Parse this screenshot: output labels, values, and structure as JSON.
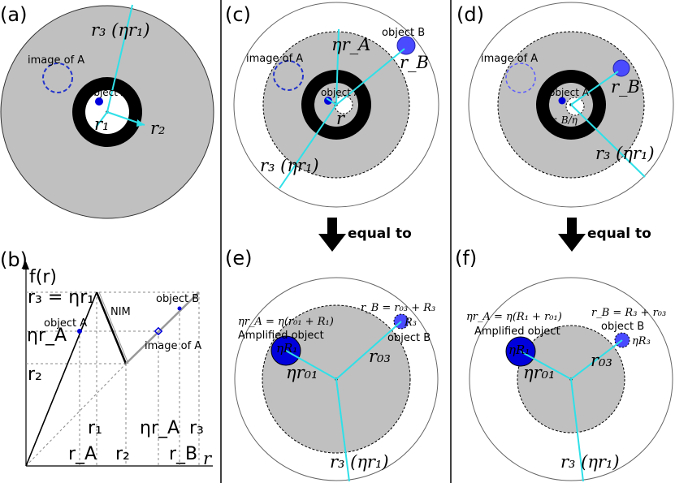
{
  "panels": {
    "a": {
      "label": "(a)",
      "image_label": "image of A",
      "object_label": "object A",
      "r3_label": "r₃ (ηr₁)",
      "r1_label": "r₁",
      "r2_label": "r₂"
    },
    "b": {
      "label": "(b)",
      "ylabel": "f(r)",
      "xlabel": "r",
      "y_ticks": [
        "r₃ = ηr₁",
        "ηr_A",
        "r₂"
      ],
      "x_ticks_top": [
        "r₁",
        "ηr_A",
        "r₃"
      ],
      "x_ticks_bottom": [
        "r_A",
        "r₂",
        "r_B"
      ],
      "object_a": "object A",
      "object_b": "object B",
      "nim": "NIM",
      "image_a": "image of A"
    },
    "c": {
      "label": "(c)",
      "image_label": "image of A",
      "object_a": "object A",
      "object_b": "object B",
      "eta_ra": "ηr_A",
      "rb": "r_B",
      "ra": "r_A",
      "r3_label": "r₃ (ηr₁)"
    },
    "d": {
      "label": "(d)",
      "image_label": "image of A",
      "object_a": "object A",
      "rb": "r_B",
      "rb_eta": "r_B/η",
      "r3_label": "r₃ (ηr₁)"
    },
    "e": {
      "label": "(e)",
      "eq_ra": "ηr_A = η(r₀₁ + R₁)",
      "eq_rb": "r_B = r₀₃ + R₃",
      "amplified": "Amplified object",
      "eta_r1": "ηR₁",
      "r3cap": "R₃",
      "object_b": "object B",
      "r03": "r₀₃",
      "eta_r01": "ηr₀₁",
      "r3_label": "r₃ (ηr₁)"
    },
    "f": {
      "label": "(f)",
      "eq_ra": "ηr_A = η(R₁ + r₀₁)",
      "eq_rb": "r_B = R₃ + r₀₃",
      "amplified": "Amplified object",
      "eta_r1": "ηR₁",
      "object_b": "object B",
      "eta_r3": "ηR₃",
      "r03": "r₀₃",
      "eta_r01": "ηr₀₁",
      "r3_label": "r₃ (ηr₁)"
    }
  },
  "arrows": {
    "left_label": "equal to",
    "right_label": "equal to"
  },
  "colors": {
    "shell_gray": "#c0c0c0",
    "ring_black": "#000000",
    "object_blue": "#0000dd",
    "object_b_blue": "#5a5aff",
    "cyan": "#2fe0e8",
    "dashed_blue": "#2233cc"
  }
}
